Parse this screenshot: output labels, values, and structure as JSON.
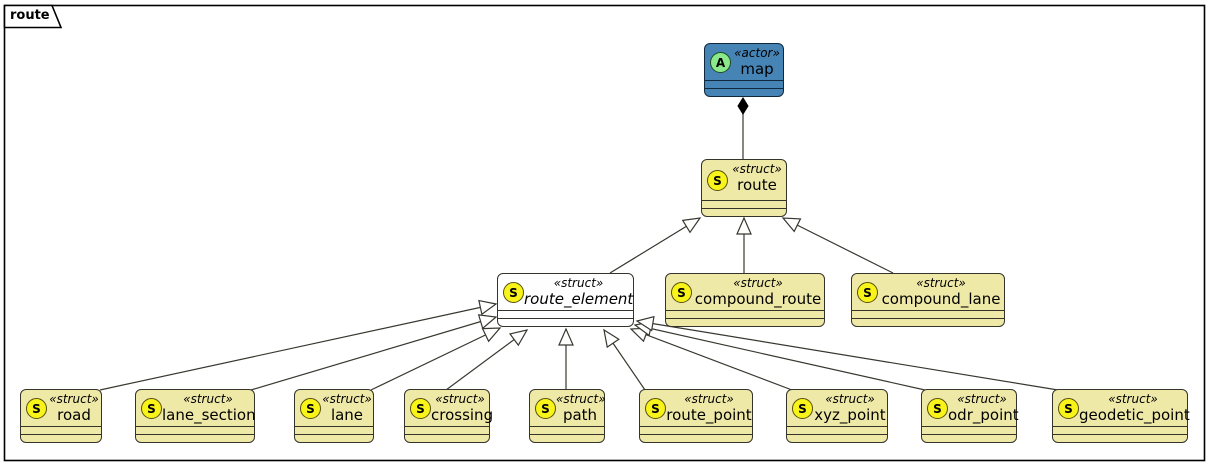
{
  "frame": {
    "title": "route"
  },
  "nodes": {
    "map": {
      "spot": "A",
      "stereotype": "«actor»",
      "name": "map"
    },
    "route": {
      "spot": "S",
      "stereotype": "«struct»",
      "name": "route"
    },
    "route_element": {
      "spot": "S",
      "stereotype": "«struct»",
      "name": "route_element"
    },
    "compound_route": {
      "spot": "S",
      "stereotype": "«struct»",
      "name": "compound_route"
    },
    "compound_lane": {
      "spot": "S",
      "stereotype": "«struct»",
      "name": "compound_lane"
    },
    "road": {
      "spot": "S",
      "stereotype": "«struct»",
      "name": "road"
    },
    "lane_section": {
      "spot": "S",
      "stereotype": "«struct»",
      "name": "lane_section"
    },
    "lane": {
      "spot": "S",
      "stereotype": "«struct»",
      "name": "lane"
    },
    "crossing": {
      "spot": "S",
      "stereotype": "«struct»",
      "name": "crossing"
    },
    "path": {
      "spot": "S",
      "stereotype": "«struct»",
      "name": "path"
    },
    "route_point": {
      "spot": "S",
      "stereotype": "«struct»",
      "name": "route_point"
    },
    "xyz_point": {
      "spot": "S",
      "stereotype": "«struct»",
      "name": "xyz_point"
    },
    "odr_point": {
      "spot": "S",
      "stereotype": "«struct»",
      "name": "odr_point"
    },
    "geodetic_point": {
      "spot": "S",
      "stereotype": "«struct»",
      "name": "geodetic_point"
    }
  },
  "relations": [
    {
      "from": "route",
      "to": "map",
      "type": "composition"
    },
    {
      "from": "route_element",
      "to": "route",
      "type": "generalization"
    },
    {
      "from": "compound_route",
      "to": "route",
      "type": "generalization"
    },
    {
      "from": "compound_lane",
      "to": "route",
      "type": "generalization"
    },
    {
      "from": "road",
      "to": "route_element",
      "type": "generalization"
    },
    {
      "from": "lane_section",
      "to": "route_element",
      "type": "generalization"
    },
    {
      "from": "lane",
      "to": "route_element",
      "type": "generalization"
    },
    {
      "from": "crossing",
      "to": "route_element",
      "type": "generalization"
    },
    {
      "from": "path",
      "to": "route_element",
      "type": "generalization"
    },
    {
      "from": "route_point",
      "to": "route_element",
      "type": "generalization"
    },
    {
      "from": "xyz_point",
      "to": "route_element",
      "type": "generalization"
    },
    {
      "from": "odr_point",
      "to": "route_element",
      "type": "generalization"
    },
    {
      "from": "geodetic_point",
      "to": "route_element",
      "type": "generalization"
    }
  ],
  "colors": {
    "struct_fill": "#EFE9A8",
    "struct_border": "#35342B",
    "actor_fill": "#4784B6",
    "actor_border": "#11293F",
    "abstract_fill": "#FEFEFE",
    "spot_struct_fill": "#F8F319",
    "spot_actor_fill": "#8BE88B"
  }
}
